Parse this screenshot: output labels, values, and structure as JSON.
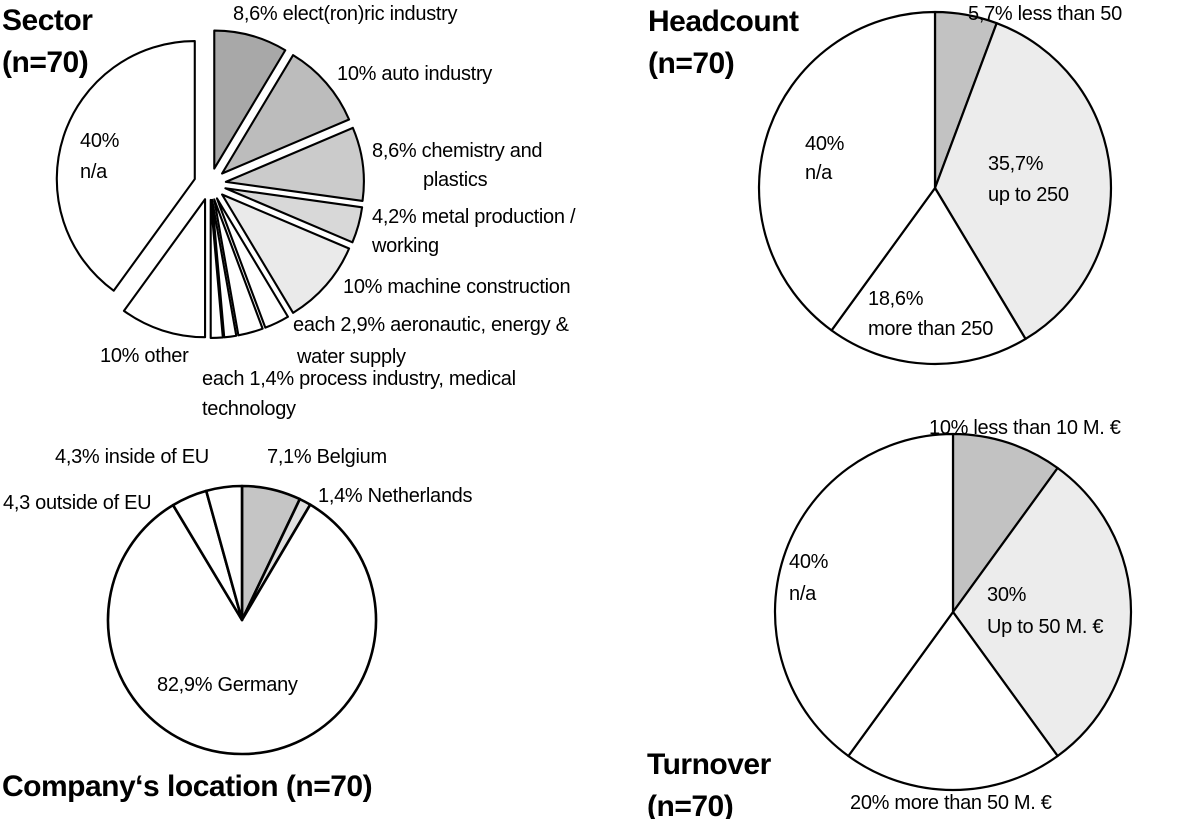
{
  "page": {
    "background": "#ffffff",
    "stroke_color": "#000000"
  },
  "chart_data": [
    {
      "type": "pie",
      "id": "sector",
      "title_lines": [
        "Sector",
        "(n=70)"
      ],
      "n": 70,
      "start_angle_deg": 0,
      "direction": "clockwise",
      "exploded": true,
      "legend": "none",
      "slices": [
        {
          "category": "elect(ron)ric industry",
          "value_pct": 8.6,
          "fill": "#a8a8a8"
        },
        {
          "category": "auto industry",
          "value_pct": 10,
          "fill": "#bcbcbc"
        },
        {
          "category": "chemistry and plastics",
          "value_pct": 8.6,
          "fill": "#cbcbcb"
        },
        {
          "category": "metal production / working",
          "value_pct": 4.2,
          "fill": "#d8d8d8"
        },
        {
          "category": "machine construction",
          "value_pct": 10,
          "fill": "#eaeaea"
        },
        {
          "category": "aeronautic",
          "value_pct": 2.9,
          "fill": "#ffffff"
        },
        {
          "category": "energy & water supply",
          "value_pct": 2.9,
          "fill": "#ffffff"
        },
        {
          "category": "process industry",
          "value_pct": 1.4,
          "fill": "#ffffff"
        },
        {
          "category": "medical technology",
          "value_pct": 1.4,
          "fill": "#ffffff"
        },
        {
          "category": "other",
          "value_pct": 10,
          "fill": "#ffffff"
        },
        {
          "category": "n/a",
          "value_pct": 40,
          "fill": "#ffffff"
        }
      ],
      "labels": {
        "elect": "8,6% elect(ron)ric industry",
        "auto": "10% auto industry",
        "chem_line1": "8,6% chemistry and",
        "chem_line2": "plastics",
        "metal_line1": "4,2% metal production /",
        "metal_line2": "working",
        "machine": "10% machine construction",
        "each29_line1": "each 2,9% aeronautic, energy &",
        "each29_line2": "water supply",
        "each14_line1": "each 1,4% process industry, medical",
        "each14_line2": "technology",
        "other": "10% other",
        "na_line1": "40%",
        "na_line2": "n/a"
      }
    },
    {
      "type": "pie",
      "id": "headcount",
      "title_lines": [
        "Headcount",
        "(n=70)"
      ],
      "n": 70,
      "start_angle_deg": 0,
      "direction": "clockwise",
      "exploded": false,
      "legend": "none",
      "slices": [
        {
          "category": "less than 50",
          "value_pct": 5.7,
          "fill": "#c2c2c2"
        },
        {
          "category": "up to 250",
          "value_pct": 35.7,
          "fill": "#ececec"
        },
        {
          "category": "more than 250",
          "value_pct": 18.6,
          "fill": "#ffffff"
        },
        {
          "category": "n/a",
          "value_pct": 40,
          "fill": "#ffffff"
        }
      ],
      "labels": {
        "less50": "5,7% less than 50",
        "na_line1": "40%",
        "na_line2": "n/a",
        "upto_line1": "35,7%",
        "upto_line2": "up to 250",
        "more_line1": "18,6%",
        "more_line2": "more than 250"
      }
    },
    {
      "type": "pie",
      "id": "location",
      "title_lines": [
        "Company‘s location (n=70)"
      ],
      "n": 70,
      "start_angle_deg": 0,
      "direction": "clockwise",
      "exploded": false,
      "legend": "none",
      "slices": [
        {
          "category": "Belgium",
          "value_pct": 7.1,
          "fill": "#c5c5c5"
        },
        {
          "category": "Netherlands",
          "value_pct": 1.4,
          "fill": "#e0e0e0"
        },
        {
          "category": "Germany",
          "value_pct": 82.9,
          "fill": "#ffffff"
        },
        {
          "category": "outside of EU",
          "value_pct": 4.3,
          "fill": "#ffffff"
        },
        {
          "category": "inside of EU",
          "value_pct": 4.3,
          "fill": "#ffffff"
        }
      ],
      "labels": {
        "inside": "4,3% inside of EU",
        "outside": "4,3 outside of EU",
        "belgium": "7,1% Belgium",
        "netherlands": "1,4% Netherlands",
        "germany": "82,9% Germany"
      }
    },
    {
      "type": "pie",
      "id": "turnover",
      "title_lines": [
        "Turnover",
        "(n=70)"
      ],
      "n": 70,
      "start_angle_deg": 0,
      "direction": "clockwise",
      "exploded": false,
      "legend": "none",
      "slices": [
        {
          "category": "less than 10 M. €",
          "value_pct": 10,
          "fill": "#c2c2c2"
        },
        {
          "category": "Up to 50 M. €",
          "value_pct": 30,
          "fill": "#ececec"
        },
        {
          "category": "more than 50 M. €",
          "value_pct": 20,
          "fill": "#ffffff"
        },
        {
          "category": "n/a",
          "value_pct": 40,
          "fill": "#ffffff"
        }
      ],
      "labels": {
        "less": "10% less than 10 M. €",
        "na_line1": "40%",
        "na_line2": "n/a",
        "upto_line1": "30%",
        "upto_line2": "Up to 50 M. €",
        "more": "20% more than 50 M. €"
      }
    }
  ]
}
